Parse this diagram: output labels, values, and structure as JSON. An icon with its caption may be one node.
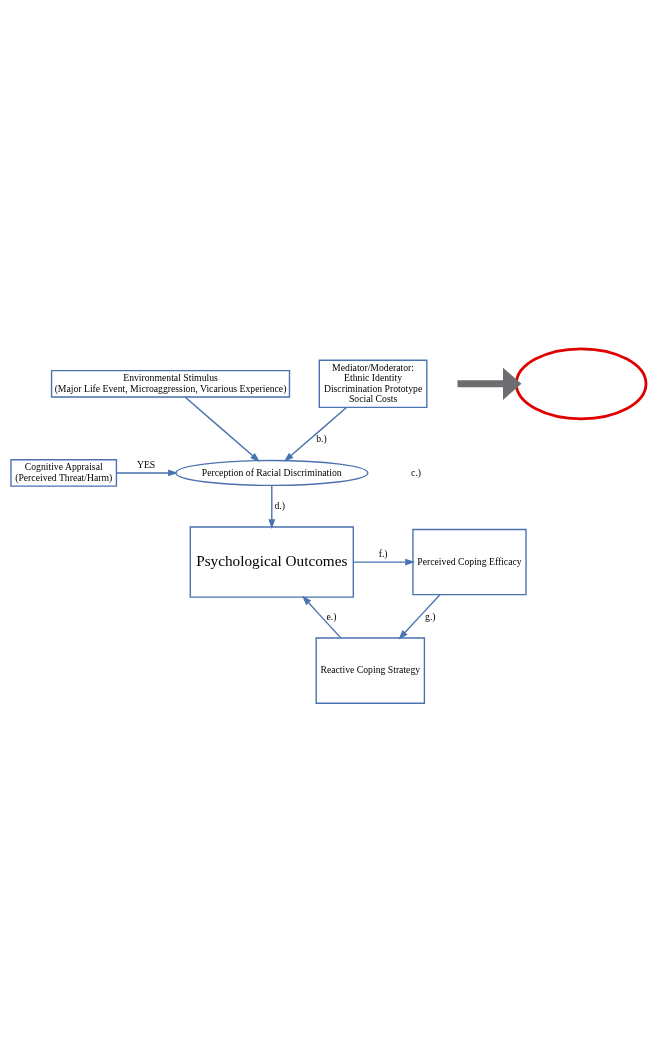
{
  "diagram": {
    "nodes": [
      {
        "text": [
          "Environmental Stimulus",
          "(Major Life Event, Microaggression, Vicarious Experience)"
        ]
      },
      {
        "text": [
          "Mediator/Moderator:",
          "Ethnic Identity",
          "Discrimination Prototype",
          "Social Costs"
        ]
      },
      {
        "text": [],
        "shape": "ellipse"
      },
      {
        "text": [
          "Perception of Racial Discrimination"
        ]
      },
      {
        "text": [
          "Cognitive Appraisal",
          "(Perceived Threat/Harm)"
        ]
      },
      {
        "text": [
          "Reactive Coping Strategy"
        ]
      },
      {
        "text": [
          "Psychological Outcomes"
        ]
      },
      {
        "text": [
          "Perceived Coping Efficacy"
        ]
      }
    ],
    "edges": [
      {
        "from": 0,
        "to": 3,
        "arrow": "to"
      },
      {
        "from": 1,
        "to": 3,
        "arrow": "to",
        "label": "b.)"
      },
      {
        "from": null,
        "to": 2,
        "arrow": "to",
        "style": "thick",
        "color": "#6d6e71"
      },
      {
        "from": 4,
        "to": 3,
        "arrow": "to",
        "label": "YES"
      },
      {
        "from": 3,
        "to": 6,
        "arrow": "to",
        "label": "d.)"
      },
      {
        "from": 5,
        "to": 6,
        "arrow": "to",
        "label": "e.)"
      },
      {
        "from": 6,
        "to": 7,
        "arrow": "to",
        "label": "f.)"
      },
      {
        "from": 7,
        "to": 5,
        "arrow": "to",
        "label": "g.)"
      }
    ],
    "labels": [
      "c.)"
    ]
  }
}
